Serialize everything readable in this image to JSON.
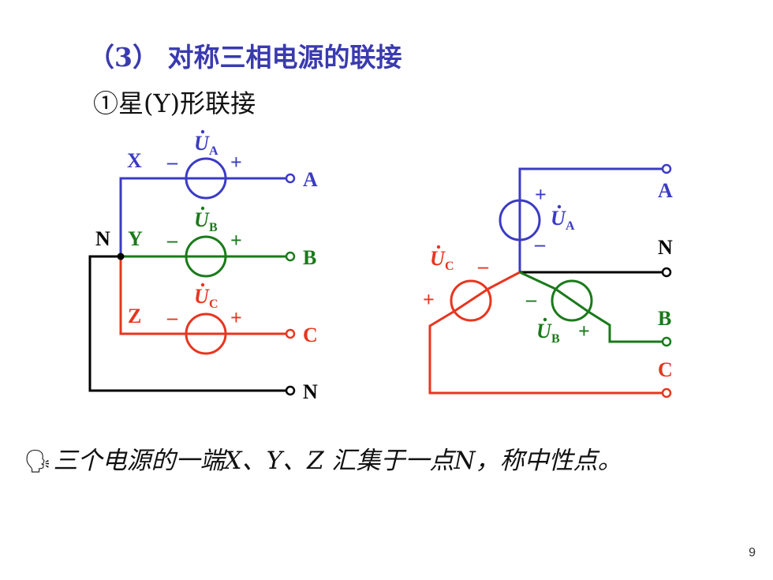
{
  "heading": "（3） 对称三相电源的联接",
  "subheading": "①星(Y)形联接",
  "colors": {
    "phase_a": "#3b3bc4",
    "phase_b": "#1a7a1a",
    "phase_c": "#e8351f",
    "neutral": "#000000"
  },
  "left_diagram": {
    "node_x": "X",
    "node_y": "Y",
    "node_z": "Z",
    "node_n": "N",
    "term_a": "A",
    "term_b": "B",
    "term_c": "C",
    "term_n": "N",
    "ua": {
      "base": "U",
      "sub": "A"
    },
    "ub": {
      "base": "U",
      "sub": "B"
    },
    "uc": {
      "base": "U",
      "sub": "C"
    },
    "minus": "–",
    "plus": "+"
  },
  "right_diagram": {
    "term_a": "A",
    "term_n": "N",
    "term_b": "B",
    "term_c": "C",
    "ua": {
      "base": "U",
      "sub": "A"
    },
    "ub": {
      "base": "U",
      "sub": "B"
    },
    "uc": {
      "base": "U",
      "sub": "C"
    },
    "minus": "–",
    "plus": "+"
  },
  "note": {
    "icon": "speaker-icon",
    "text": "三个电源的一端X、Y、Z 汇集于一点N，称中性点。"
  },
  "page_number": "9"
}
